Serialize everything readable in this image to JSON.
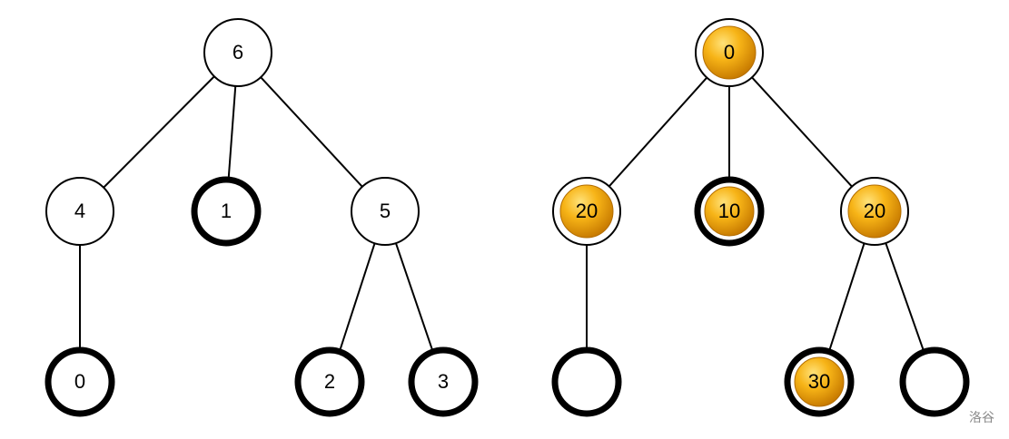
{
  "colors": {
    "line": "#000000",
    "node_fill": "#ffffff",
    "coin_light": "#ffd24a",
    "coin_mid": "#f4a90a",
    "coin_dark": "#c77a00",
    "watermark": "#8a8a8a"
  },
  "left_tree": {
    "nodes": [
      {
        "id": "6",
        "label": "6",
        "leaf": false
      },
      {
        "id": "4",
        "label": "4",
        "leaf": false
      },
      {
        "id": "1",
        "label": "1",
        "leaf": true
      },
      {
        "id": "5",
        "label": "5",
        "leaf": false
      },
      {
        "id": "0",
        "label": "0",
        "leaf": true
      },
      {
        "id": "2",
        "label": "2",
        "leaf": true
      },
      {
        "id": "3",
        "label": "3",
        "leaf": true
      }
    ],
    "edges": [
      [
        "6",
        "4"
      ],
      [
        "6",
        "1"
      ],
      [
        "6",
        "5"
      ],
      [
        "4",
        "0"
      ],
      [
        "5",
        "2"
      ],
      [
        "5",
        "3"
      ]
    ]
  },
  "right_tree": {
    "nodes": [
      {
        "id": "r",
        "label": "0",
        "leaf": false,
        "coin": true
      },
      {
        "id": "a",
        "label": "20",
        "leaf": false,
        "coin": true
      },
      {
        "id": "b",
        "label": "10",
        "leaf": true,
        "coin": true
      },
      {
        "id": "c",
        "label": "20",
        "leaf": false,
        "coin": true
      },
      {
        "id": "d",
        "label": "",
        "leaf": true,
        "coin": false
      },
      {
        "id": "e",
        "label": "30",
        "leaf": true,
        "coin": true
      },
      {
        "id": "f",
        "label": "",
        "leaf": true,
        "coin": false
      }
    ],
    "edges": [
      [
        "r",
        "a"
      ],
      [
        "r",
        "b"
      ],
      [
        "r",
        "c"
      ],
      [
        "a",
        "d"
      ],
      [
        "c",
        "e"
      ],
      [
        "c",
        "f"
      ]
    ]
  },
  "watermark": {
    "text": "洛谷"
  }
}
